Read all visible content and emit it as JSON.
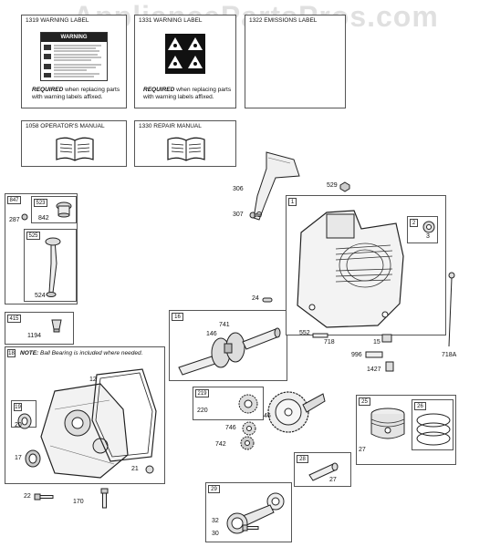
{
  "watermark": "AppliancePartsPros.com",
  "labels_panel": {
    "warning_label": {
      "title": "1319 WARNING LABEL",
      "req_bold": "REQUIRED",
      "req_rest": " when replacing parts with warning labels affixed.",
      "badge": "WARNING"
    },
    "warning_label_2": {
      "title": "1331 WARNING LABEL",
      "req_bold": "REQUIRED",
      "req_rest": " when replacing parts with warning labels affixed."
    },
    "emissions_label": {
      "title": "1322 EMISSIONS LABEL"
    }
  },
  "manuals": {
    "operators": {
      "title": "1058 OPERATOR'S MANUAL"
    },
    "repair": {
      "title": "1330 REPAIR MANUAL"
    }
  },
  "groups": {
    "g847": {
      "id": "847",
      "sub1": "523",
      "sub2": "525",
      "parts": [
        "287",
        "842",
        "524"
      ]
    },
    "g415": {
      "id": "415",
      "parts": [
        "1194"
      ]
    },
    "g18": {
      "id": "18",
      "note_bold": "NOTE:",
      "note_rest": " Ball Bearing is included where needed.",
      "sub": "19",
      "parts": [
        "12",
        "20",
        "17",
        "21",
        "22",
        "170"
      ]
    },
    "g16": {
      "id": "16",
      "parts": [
        "741",
        "146"
      ]
    },
    "g1": {
      "id": "1",
      "sub": "2",
      "parts": [
        "3"
      ]
    },
    "g219": {
      "id": "219",
      "parts": [
        "220",
        "746",
        "742"
      ]
    },
    "g25": {
      "id": "25",
      "sub": "26",
      "parts": [
        "27"
      ]
    },
    "g28": {
      "id": "28",
      "parts": [
        "27"
      ]
    },
    "g29": {
      "id": "29",
      "parts": [
        "32",
        "30"
      ]
    }
  },
  "loose_parts": [
    "306",
    "307",
    "529",
    "24",
    "552",
    "718",
    "15",
    "996",
    "1427",
    "718A",
    "46"
  ]
}
